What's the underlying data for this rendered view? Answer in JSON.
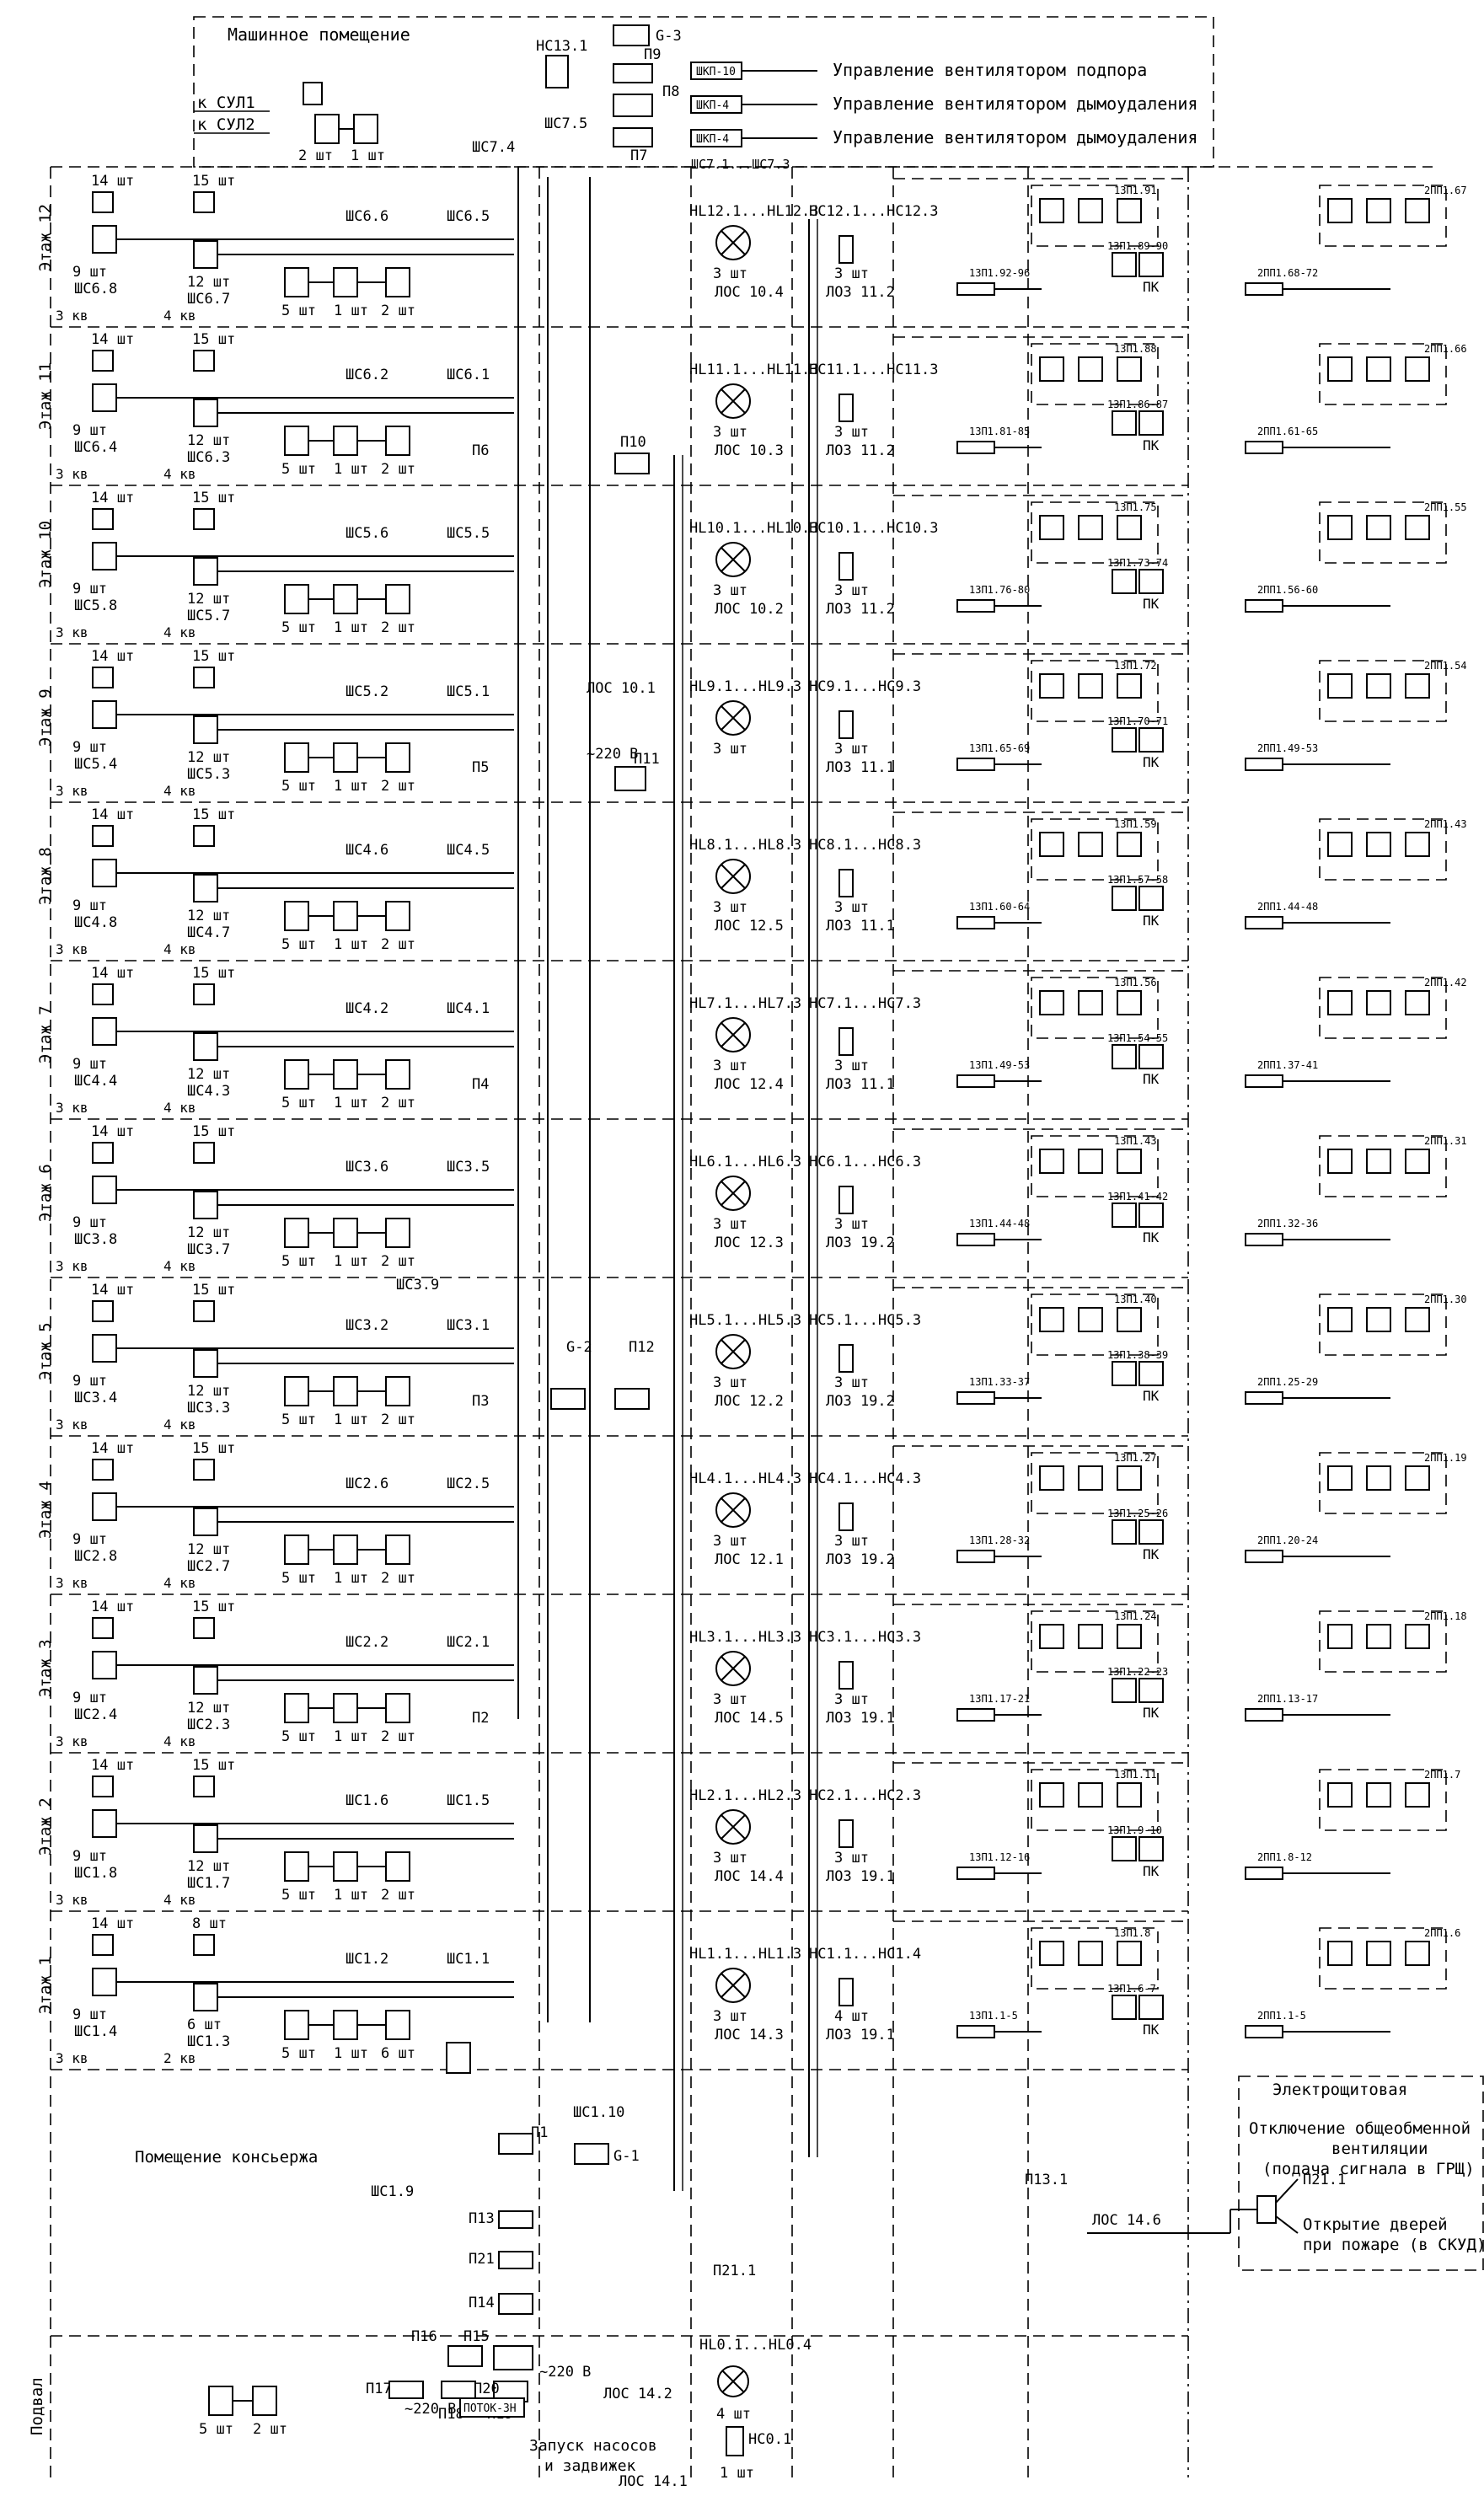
{
  "header": {
    "machine_room": "Машинное помещение",
    "label_ns13_1": "НС13.1",
    "label_g3": "G-3",
    "label_p9": "П9",
    "label_p8": "П8",
    "label_p7": "П7",
    "label_shs7_5": "ШС7.5",
    "label_shs7_4": "ШС7.4",
    "label_shs7_1_3": "ШС7.1...ШС7.3",
    "shkp10": "ШКП-10",
    "shkp4a": "ШКП-4",
    "shkp4b": "ШКП-4",
    "ctrl_supply": "Управление вентилятором подпора",
    "ctrl_smoke1": "Управление вентилятором дымоудаления",
    "ctrl_smoke2": "Управление вентилятором дымоудаления",
    "to_sul1": "к СУЛ1",
    "to_sul2": "к СУЛ2",
    "qty_2": "2 шт",
    "qty_1": "1 шт"
  },
  "floors": [
    {
      "label": "Этаж 12",
      "q1": "14 шт",
      "q2": "15 шт",
      "s1": "9 шт",
      "s1n": "ШС6.8",
      "s2": "12 шт",
      "s2n": "ШС6.7",
      "k1": "3 кв",
      "k2": "4 кв",
      "la": "ШС6.6",
      "lb": "ШС6.5",
      "f1": "5 шт",
      "f2": "1 шт",
      "f3": "2 шт",
      "p": "",
      "hl": "HL12.1...HL12.3",
      "hlq": "3 шт",
      "los": "ЛОС 10.4",
      "hc": "НС12.1...НС12.3",
      "hcq": "3 шт",
      "loz": "ЛОЗ 11.2",
      "g1": "1ЗП1.91",
      "g2": "1ЗП1.89-90",
      "g3": "1ЗП1.92-96",
      "g4": "2ПП1.67",
      "g5": "2ПП1.68-72"
    },
    {
      "label": "Этаж 11",
      "q1": "14 шт",
      "q2": "15 шт",
      "s1": "9 шт",
      "s1n": "ШС6.4",
      "s2": "12 шт",
      "s2n": "ШС6.3",
      "k1": "3 кв",
      "k2": "4 кв",
      "la": "ШС6.2",
      "lb": "ШС6.1",
      "f1": "5 шт",
      "f2": "1 шт",
      "f3": "2 шт",
      "p": "П6",
      "hl": "HL11.1...HL11.3",
      "hlq": "3 шт",
      "los": "ЛОС 10.3",
      "hc": "НС11.1...НС11.3",
      "hcq": "3 шт",
      "loz": "ЛОЗ 11.2",
      "g1": "1ЗП1.88",
      "g2": "1ЗП1.86-87",
      "g3": "1ЗП1.81-85",
      "g4": "2ПП1.66",
      "g5": "2ПП1.61-65"
    },
    {
      "label": "Этаж 10",
      "q1": "14 шт",
      "q2": "15 шт",
      "s1": "9 шт",
      "s1n": "ШС5.8",
      "s2": "12 шт",
      "s2n": "ШС5.7",
      "k1": "3 кв",
      "k2": "4 кв",
      "la": "ШС5.6",
      "lb": "ШС5.5",
      "f1": "5 шт",
      "f2": "1 шт",
      "f3": "2 шт",
      "p": "",
      "hl": "HL10.1...HL10.3",
      "hlq": "3 шт",
      "los": "ЛОС 10.2",
      "hc": "НС10.1...НС10.3",
      "hcq": "3 шт",
      "loz": "ЛОЗ 11.2",
      "g1": "1ЗП1.75",
      "g2": "1ЗП1.73-74",
      "g3": "1ЗП1.76-80",
      "g4": "2ПП1.55",
      "g5": "2ПП1.56-60"
    },
    {
      "label": "Этаж 9",
      "q1": "14 шт",
      "q2": "15 шт",
      "s1": "9 шт",
      "s1n": "ШС5.4",
      "s2": "12 шт",
      "s2n": "ШС5.3",
      "k1": "3 кв",
      "k2": "4 кв",
      "la": "ШС5.2",
      "lb": "ШС5.1",
      "f1": "5 шт",
      "f2": "1 шт",
      "f3": "2 шт",
      "p": "П5",
      "hl": "HL9.1...HL9.3",
      "hlq": "3 шт",
      "los": "",
      "hc": "НС9.1...НС9.3",
      "hcq": "3 шт",
      "loz": "ЛОЗ 11.1",
      "g1": "1ЗП1.72",
      "g2": "1ЗП1.70-71",
      "g3": "1ЗП1.65-69",
      "g4": "2ПП1.54",
      "g5": "2ПП1.49-53"
    },
    {
      "label": "Этаж 8",
      "q1": "14 шт",
      "q2": "15 шт",
      "s1": "9 шт",
      "s1n": "ШС4.8",
      "s2": "12 шт",
      "s2n": "ШС4.7",
      "k1": "3 кв",
      "k2": "4 кв",
      "la": "ШС4.6",
      "lb": "ШС4.5",
      "f1": "5 шт",
      "f2": "1 шт",
      "f3": "2 шт",
      "p": "",
      "hl": "HL8.1...HL8.3",
      "hlq": "3 шт",
      "los": "ЛОС 12.5",
      "hc": "НС8.1...НС8.3",
      "hcq": "3 шт",
      "loz": "ЛОЗ 11.1",
      "g1": "1ЗП1.59",
      "g2": "1ЗП1.57-58",
      "g3": "1ЗП1.60-64",
      "g4": "2ПП1.43",
      "g5": "2ПП1.44-48"
    },
    {
      "label": "Этаж 7",
      "q1": "14 шт",
      "q2": "15 шт",
      "s1": "9 шт",
      "s1n": "ШС4.4",
      "s2": "12 шт",
      "s2n": "ШС4.3",
      "k1": "3 кв",
      "k2": "4 кв",
      "la": "ШС4.2",
      "lb": "ШС4.1",
      "f1": "5 шт",
      "f2": "1 шт",
      "f3": "2 шт",
      "p": "П4",
      "hl": "HL7.1...HL7.3",
      "hlq": "3 шт",
      "los": "ЛОС 12.4",
      "hc": "НС7.1...НС7.3",
      "hcq": "3 шт",
      "loz": "ЛОЗ 11.1",
      "g1": "1ЗП1.56",
      "g2": "1ЗП1.54-55",
      "g3": "1ЗП1.49-53",
      "g4": "2ПП1.42",
      "g5": "2ПП1.37-41"
    },
    {
      "label": "Этаж 6",
      "q1": "14 шт",
      "q2": "15 шт",
      "s1": "9 шт",
      "s1n": "ШС3.8",
      "s2": "12 шт",
      "s2n": "ШС3.7",
      "k1": "3 кв",
      "k2": "4 кв",
      "la": "ШС3.6",
      "lb": "ШС3.5",
      "f1": "5 шт",
      "f2": "1 шт",
      "f3": "2 шт",
      "p": "",
      "hl": "HL6.1...HL6.3",
      "hlq": "3 шт",
      "los": "ЛОС 12.3",
      "hc": "НС6.1...НС6.3",
      "hcq": "3 шт",
      "loz": "ЛОЗ 19.2",
      "g1": "1ЗП1.43",
      "g2": "1ЗП1.41-42",
      "g3": "1ЗП1.44-48",
      "g4": "2ПП1.31",
      "g5": "2ПП1.32-36"
    },
    {
      "label": "Этаж 5",
      "q1": "14 шт",
      "q2": "15 шт",
      "s1": "9 шт",
      "s1n": "ШС3.4",
      "s2": "12 шт",
      "s2n": "ШС3.3",
      "k1": "3 кв",
      "k2": "4 кв",
      "la": "ШС3.2",
      "lb": "ШС3.1",
      "f1": "5 шт",
      "f2": "1 шт",
      "f3": "2 шт",
      "p": "П3",
      "hl": "HL5.1...HL5.3",
      "hlq": "3 шт",
      "los": "ЛОС 12.2",
      "hc": "НС5.1...НС5.3",
      "hcq": "3 шт",
      "loz": "ЛОЗ 19.2",
      "g1": "1ЗП1.40",
      "g2": "1ЗП1.38-39",
      "g3": "1ЗП1.33-37",
      "g4": "2ПП1.30",
      "g5": "2ПП1.25-29"
    },
    {
      "label": "Этаж 4",
      "q1": "14 шт",
      "q2": "15 шт",
      "s1": "9 шт",
      "s1n": "ШС2.8",
      "s2": "12 шт",
      "s2n": "ШС2.7",
      "k1": "3 кв",
      "k2": "4 кв",
      "la": "ШС2.6",
      "lb": "ШС2.5",
      "f1": "5 шт",
      "f2": "1 шт",
      "f3": "2 шт",
      "p": "",
      "hl": "HL4.1...HL4.3",
      "hlq": "3 шт",
      "los": "ЛОС 12.1",
      "hc": "НС4.1...НС4.3",
      "hcq": "3 шт",
      "loz": "ЛОЗ 19.2",
      "g1": "1ЗП1.27",
      "g2": "1ЗП1.25-26",
      "g3": "1ЗП1.28-32",
      "g4": "2ПП1.19",
      "g5": "2ПП1.20-24"
    },
    {
      "label": "Этаж 3",
      "q1": "14 шт",
      "q2": "15 шт",
      "s1": "9 шт",
      "s1n": "ШС2.4",
      "s2": "12 шт",
      "s2n": "ШС2.3",
      "k1": "3 кв",
      "k2": "4 кв",
      "la": "ШС2.2",
      "lb": "ШС2.1",
      "f1": "5 шт",
      "f2": "1 шт",
      "f3": "2 шт",
      "p": "П2",
      "hl": "HL3.1...HL3.3",
      "hlq": "3 шт",
      "los": "ЛОС 14.5",
      "hc": "НС3.1...НС3.3",
      "hcq": "3 шт",
      "loz": "ЛОЗ 19.1",
      "g1": "1ЗП1.24",
      "g2": "1ЗП1.22-23",
      "g3": "1ЗП1.17-21",
      "g4": "2ПП1.18",
      "g5": "2ПП1.13-17"
    },
    {
      "label": "Этаж 2",
      "q1": "14 шт",
      "q2": "15 шт",
      "s1": "9 шт",
      "s1n": "ШС1.8",
      "s2": "12 шт",
      "s2n": "ШС1.7",
      "k1": "3 кв",
      "k2": "4 кв",
      "la": "ШС1.6",
      "lb": "ШС1.5",
      "f1": "5 шт",
      "f2": "1 шт",
      "f3": "2 шт",
      "p": "",
      "hl": "HL2.1...HL2.3",
      "hlq": "3 шт",
      "los": "ЛОС 14.4",
      "hc": "НС2.1...НС2.3",
      "hcq": "3 шт",
      "loz": "ЛОЗ 19.1",
      "g1": "1ЗП1.11",
      "g2": "1ЗП1.9-10",
      "g3": "1ЗП1.12-16",
      "g4": "2ПП1.7",
      "g5": "2ПП1.8-12"
    },
    {
      "label": "Этаж 1",
      "q1": "14 шт",
      "q2": "8 шт",
      "s1": "9 шт",
      "s1n": "ШС1.4",
      "s2": "6 шт",
      "s2n": "ШС1.3",
      "k1": "3 кв",
      "k2": "2 кв",
      "la": "ШС1.2",
      "lb": "ШС1.1",
      "f1": "5 шт",
      "f2": "1 шт",
      "f3": "6 шт",
      "p": "",
      "hl": "HL1.1...HL1.3",
      "hlq": "3 шт",
      "los": "ЛОС 14.3",
      "hc": "НС1.1...НС1.4",
      "hcq": "4 шт",
      "loz": "ЛОЗ 19.1",
      "g1": "1ЗП1.8",
      "g2": "1ЗП1.6-7",
      "g3": "1ЗП1.1-5",
      "g4": "2ПП1.6",
      "g5": "2ПП1.1-5"
    }
  ],
  "floor1_extra": {
    "f4": "1 шт",
    "concierge": "Помещение консьержа",
    "shs1_9": "ШС1.9",
    "shs1_10": "ШС1.10",
    "p1": "П1",
    "g1": "G-1",
    "p13": "П13",
    "p21": "П21",
    "p14": "П14",
    "p15": "П15",
    "p16": "П16",
    "p17": "П17",
    "p18": "П18",
    "p19": "П19",
    "v220": "~220 В",
    "p13_1": "П13.1",
    "p21_1": "П21.1",
    "p21_1b": "П21.1"
  },
  "mid": {
    "p10": "П10",
    "p11": "П11",
    "p12": "П12",
    "g2": "G-2",
    "v220": "~220 В",
    "los10_1": "ЛОС 10.1",
    "hl9q": "3 шт",
    "shs3_9": "ШС3.9"
  },
  "pk": "ПК",
  "electro": {
    "title": "Электрощитовая",
    "t1": "Отключение общеобменной",
    "t2": "вентиляции",
    "t3": "(подача сигнала в ГРЩ)",
    "t4": "Открытие дверей",
    "t5": "при пожаре (в СКУД)",
    "los14_6": "ЛОС 14.6"
  },
  "basement": {
    "label": "Подвал",
    "q1": "5 шт",
    "q2": "2 шт",
    "p20": "П20",
    "potok": "ПОТОК-3Н",
    "v220": "~220 В",
    "launch1": "Запуск насосов",
    "launch2": "и задвижек",
    "los14_2": "ЛОС 14.2",
    "los14_1": "ЛОС 14.1",
    "hl0": "HL0.1...HL0.4",
    "hl0q": "4 шт",
    "hc0": "НС0.1",
    "hc0q": "1 шт"
  }
}
